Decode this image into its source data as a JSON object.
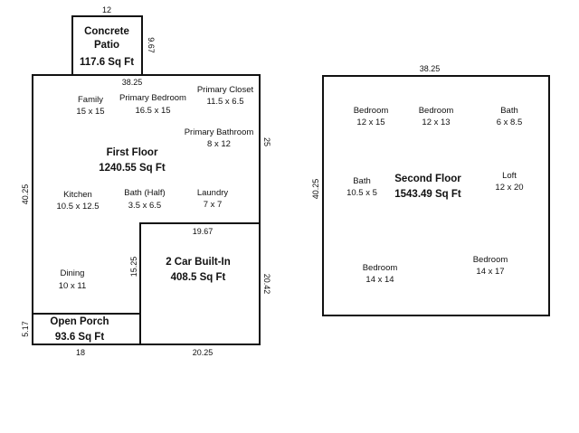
{
  "first_floor_block": {
    "patio": {
      "name_line1": "Concrete",
      "name_line2": "Patio",
      "area": "117.6 Sq Ft",
      "dim_width": "12",
      "dim_side": "9.67"
    },
    "first_floor": {
      "name": "First Floor",
      "area": "1240.55 Sq Ft",
      "dim_top": "38.25",
      "dim_left": "40.25",
      "dim_right": "25"
    },
    "rooms": [
      {
        "name": "Family",
        "size": "15 x 15"
      },
      {
        "name": "Primary Bedroom",
        "size": "16.5 x 15"
      },
      {
        "name": "Primary Closet",
        "size": "11.5 x 6.5"
      },
      {
        "name": "Primary Bathroom",
        "size": "8 x 12"
      },
      {
        "name": "Kitchen",
        "size": "10.5 x 12.5"
      },
      {
        "name": "Bath (Half)",
        "size": "3.5 x 6.5"
      },
      {
        "name": "Laundry",
        "size": "7 x 7"
      },
      {
        "name": "Dining",
        "size": "10 x 11"
      }
    ],
    "garage": {
      "name": "2 Car Built-In",
      "area": "408.5 Sq Ft",
      "dim_top": "19.67",
      "dim_left": "15.25",
      "dim_right": "20.42",
      "dim_bottom": "20.25"
    },
    "porch": {
      "name": "Open Porch",
      "area": "93.6 Sq Ft",
      "dim_left": "5.17",
      "dim_bottom": "18"
    }
  },
  "second_floor_block": {
    "second_floor": {
      "name": "Second Floor",
      "area": "1543.49 Sq Ft",
      "dim_top": "38.25",
      "dim_left": "40.25"
    },
    "rooms": [
      {
        "name": "Bedroom",
        "size": "12 x 15"
      },
      {
        "name": "Bedroom",
        "size": "12 x 13"
      },
      {
        "name": "Bath",
        "size": "6 x 8.5"
      },
      {
        "name": "Bath",
        "size": "10.5 x 5"
      },
      {
        "name": "Loft",
        "size": "12 x 20"
      },
      {
        "name": "Bedroom",
        "size": "14 x 14"
      },
      {
        "name": "Bedroom",
        "size": "14 x 17"
      }
    ]
  }
}
